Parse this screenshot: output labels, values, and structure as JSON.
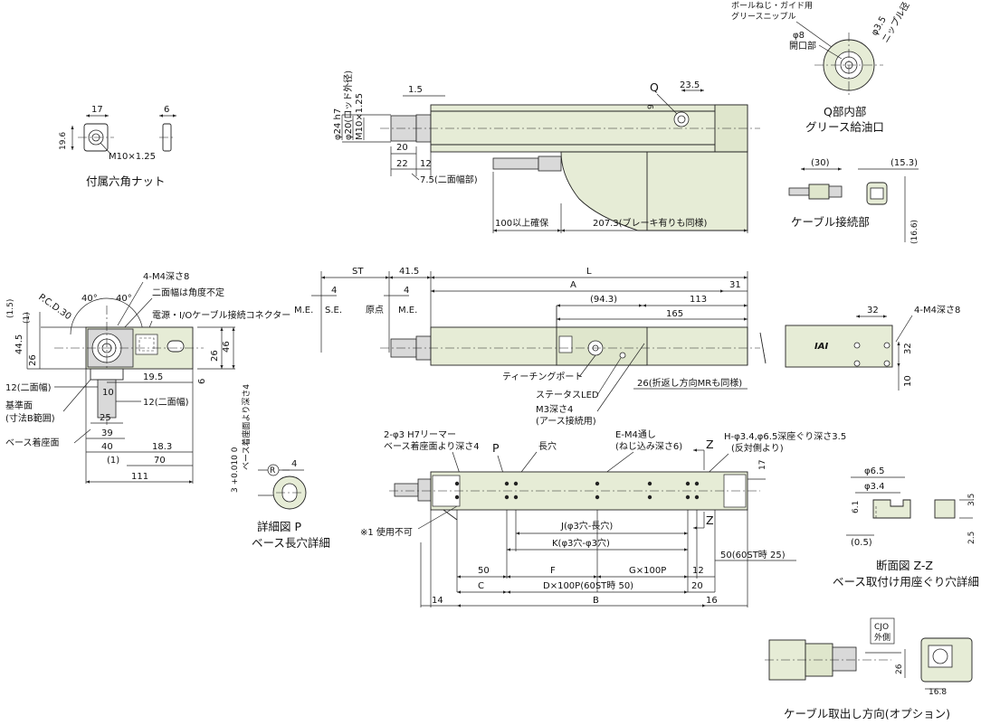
{
  "nut": {
    "w17": "17",
    "w6": "6",
    "h19_6": "19.6",
    "thread": "M10×1.25",
    "caption": "付属六角ナット"
  },
  "side_top": {
    "rod_dia": "φ24 h7",
    "rod_od": "φ20(ロッド外径)",
    "thread": "M10×1.25",
    "d1_5": "1.5",
    "d20": "20",
    "d22": "22",
    "d12": "12",
    "d7_5": "7.5(二面幅部)",
    "q": "Q",
    "d23_5": "23.5",
    "d9": "9",
    "d100": "100以上確保",
    "d207": "207.3(ブレーキ有りも同様)"
  },
  "grease": {
    "note_ball": "ボールねじ・ガイド用",
    "note_nipple": "グリースニップル",
    "d8": "φ8",
    "open": "開口部",
    "d3_5": "φ3.5",
    "nipple_dia": "ニップル径",
    "caption1": "Q部内部",
    "caption2": "グリース給油口"
  },
  "cable_conn": {
    "d30": "(30)",
    "d15_3": "(15.3)",
    "d16_6": "(16.6)",
    "caption": "ケーブル接続部"
  },
  "front": {
    "m4": "4-M4深さ8",
    "pcd": "P.C.D.30",
    "a40a": "40°",
    "a40b": "40°",
    "d1_5": "(1.5)",
    "d1": "(1)",
    "d44_5": "44.5",
    "d26": "26",
    "flat_note": "二面幅は角度不定",
    "conn_note": "電源・I/Oケーブル接続コネクター",
    "d19_5": "19.5",
    "d26r": "26",
    "d46": "46",
    "d6": "6",
    "d12a": "12(二面幅)",
    "d12b": "12(二面幅)",
    "d10": "10",
    "d25": "25",
    "ref1": "基準面",
    "ref2": "(寸法B範囲)",
    "base": "ベース着座面",
    "d39": "39",
    "d40": "40",
    "d18_3": "18.3",
    "d1b": "(1)",
    "d70": "70",
    "d111": "111"
  },
  "main_side": {
    "st": "ST",
    "d41_5": "41.5",
    "l": "L",
    "a": "A",
    "d31": "31",
    "d4a": "4",
    "d4b": "4",
    "me1": "M.E.",
    "se": "S.E.",
    "origin": "原点",
    "me2": "M.E.",
    "d94_3": "(94.3)",
    "d113": "113",
    "d165": "165",
    "teach": "ティーチングポート",
    "status": "ステータスLED",
    "m3a": "M3深さ4",
    "m3b": "(アース接続用)",
    "d26fold": "26(折返し方向MRも同様)"
  },
  "end_view": {
    "d32a": "32",
    "d32b": "32",
    "m4": "4-M4深さ8",
    "d10": "10",
    "logo": "IAI"
  },
  "detail_p": {
    "tol": "3 +0.010 0",
    "seat": "ベース着座面より深さ4",
    "r": "R",
    "d4": "4",
    "caption1": "詳細図 P",
    "caption2": "ベース長穴詳細"
  },
  "bottom": {
    "reamer1": "2-φ3 H7リーマー",
    "reamer2": "ベース着座面より深さ4",
    "p": "P",
    "slot": "長穴",
    "em4_1": "E-M4通し",
    "em4_2": "(ねじ込み深さ6)",
    "z1": "Z",
    "z2": "Z",
    "h1": "H-φ3.4,φ6.5深座ぐり深さ3.5",
    "h2": "(反対側より)",
    "d17": "17",
    "note1": "※1 使用不可",
    "j": "J(φ3穴-長穴)",
    "k": "K(φ3穴-φ3穴)",
    "d50st": "50(60ST時 25)",
    "d50": "50",
    "f": "F",
    "g": "G×100P",
    "d12": "12",
    "c": "C",
    "d": "D×100P(60ST時 50)",
    "d20": "20",
    "d14": "14",
    "b": "B",
    "d16": "16"
  },
  "section": {
    "d6_5": "φ6.5",
    "d3_4": "φ3.4",
    "d6_1": "6.1",
    "d0_5": "(0.5)",
    "d3_5": "3.5",
    "d2_5": "2.5",
    "caption1": "断面図 Z-Z",
    "caption2": "ベース取付け用座ぐり穴詳細"
  },
  "cjo": {
    "label1": "CJO",
    "label2": "外側",
    "d26": "26",
    "d16_8": "16.8",
    "caption": "ケーブル取出し方向(オプション)"
  }
}
